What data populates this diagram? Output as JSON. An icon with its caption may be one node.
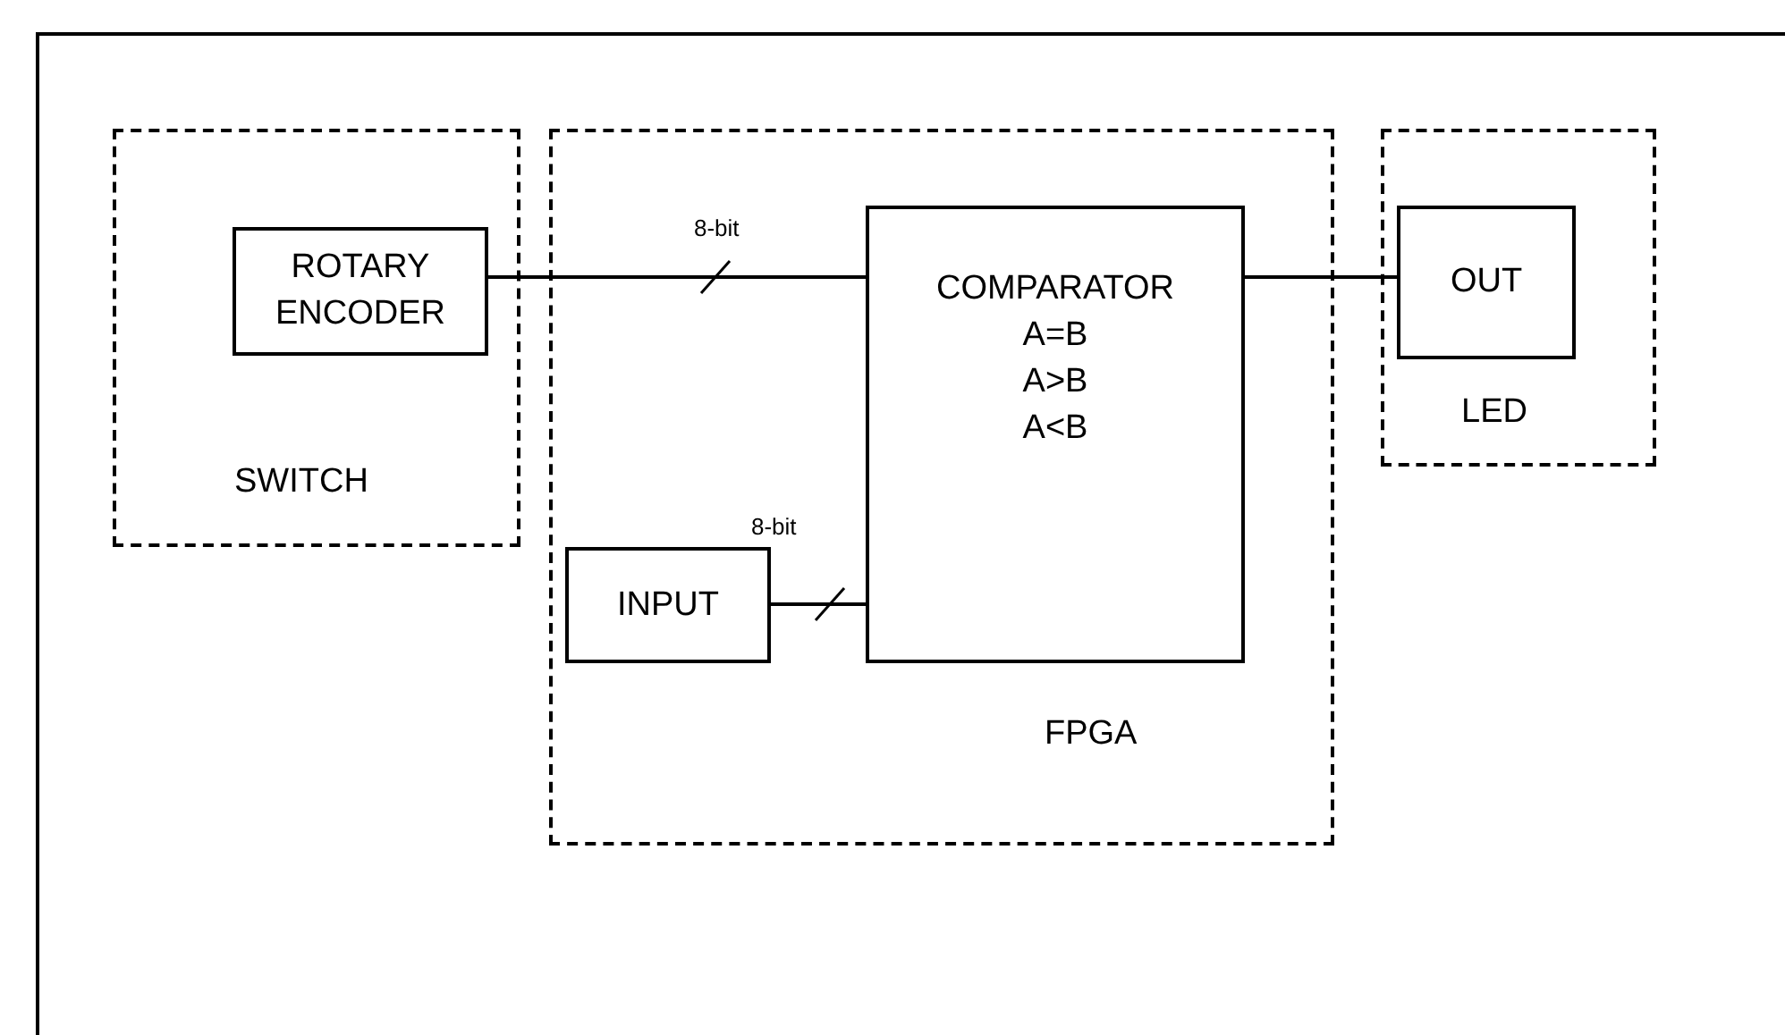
{
  "diagram": {
    "nodes": [
      {
        "text": [
          "SWITCH"
        ]
      },
      {
        "text": [
          "ROTARY ENCODER"
        ],
        "in": 0
      },
      {
        "text": [
          "FPGA"
        ]
      },
      {
        "text": [
          "COMPARATOR",
          "A=B",
          "A>B",
          "A<B"
        ],
        "in": 2
      },
      {
        "text": [
          "INPUT"
        ],
        "in": 2
      },
      {
        "text": [
          "LED"
        ]
      },
      {
        "text": [
          "OUT"
        ],
        "in": 5
      }
    ],
    "edges": [
      {
        "from": 1,
        "to": 3,
        "arrow": "none",
        "label": "8-bit"
      },
      {
        "from": 4,
        "to": 3,
        "arrow": "none",
        "label": "8-bit"
      },
      {
        "from": 3,
        "to": 6,
        "arrow": "none"
      }
    ]
  }
}
